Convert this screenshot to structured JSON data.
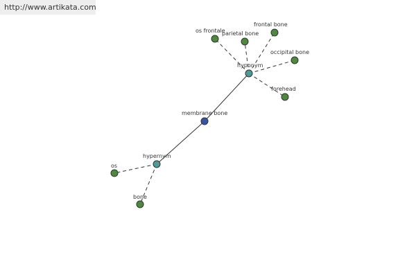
{
  "watermark": {
    "text": "http://www.artikata.com"
  },
  "graph": {
    "colors": {
      "center": "#3a53a4",
      "relation": "#4e9a96",
      "leaf": "#4e8a3c",
      "edge": "#333333"
    },
    "nodes": {
      "membrane_bone": {
        "label": "membrane bone",
        "kind": "center"
      },
      "hyponym": {
        "label": "hyponym",
        "kind": "relation"
      },
      "hypernym": {
        "label": "hypernym",
        "kind": "relation"
      },
      "os_frontale": {
        "label": "os frontale",
        "kind": "leaf"
      },
      "parietal_bone": {
        "label": "parietal bone",
        "kind": "leaf"
      },
      "frontal_bone": {
        "label": "frontal bone",
        "kind": "leaf"
      },
      "occipital_bone": {
        "label": "occipital bone",
        "kind": "leaf"
      },
      "forehead": {
        "label": "forehead",
        "kind": "leaf"
      },
      "os": {
        "label": "os",
        "kind": "leaf"
      },
      "bone": {
        "label": "bone",
        "kind": "leaf"
      }
    },
    "edges": [
      {
        "from": "membrane_bone",
        "to": "hyponym",
        "style": "solid"
      },
      {
        "from": "membrane_bone",
        "to": "hypernym",
        "style": "solid"
      },
      {
        "from": "hyponym",
        "to": "os_frontale",
        "style": "dashed"
      },
      {
        "from": "hyponym",
        "to": "parietal_bone",
        "style": "dashed"
      },
      {
        "from": "hyponym",
        "to": "frontal_bone",
        "style": "dashed"
      },
      {
        "from": "hyponym",
        "to": "occipital_bone",
        "style": "dashed"
      },
      {
        "from": "hyponym",
        "to": "forehead",
        "style": "dashed"
      },
      {
        "from": "hypernym",
        "to": "os",
        "style": "dashed"
      },
      {
        "from": "hypernym",
        "to": "bone",
        "style": "dashed"
      }
    ]
  }
}
